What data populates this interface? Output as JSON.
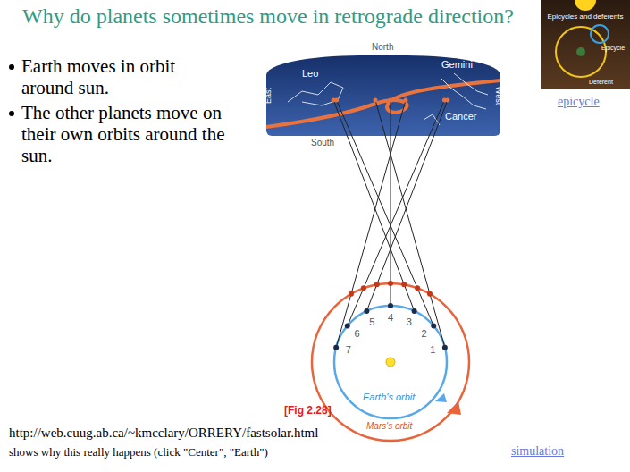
{
  "diagram": {
    "title": "Why do planets sometimes move in retrograde direction?",
    "nodes": [
      {
        "text": [
          "North",
          "South",
          "East",
          "West",
          "Leo",
          "Gemini",
          "Cancer"
        ]
      },
      {
        "text": [
          "Epicycles and deferents",
          "Epicycle",
          "Deferent"
        ]
      }
    ],
    "labels": [
      "Earth moves in orbit around sun.",
      "The other planets move on their own orbits around the sun.",
      "epicycle",
      "1",
      "2",
      "3",
      "4",
      "5",
      "6",
      "7",
      "Earth's orbit",
      "Mars's orbit",
      "[Fig 2.28]",
      "http://web.cuug.ab.ca/~kmcclary/ORRERY/fastsolar.html",
      "shows why this really happens (click \"Center\", \"Earth\")",
      "simulation"
    ]
  }
}
